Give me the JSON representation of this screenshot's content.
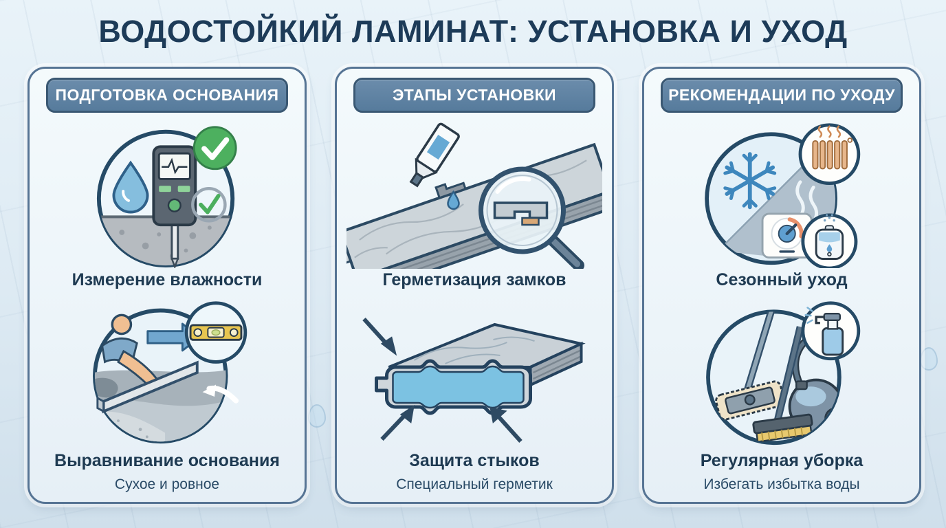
{
  "title": "ВОДОСТОЙКИЙ ЛАМИНАТ: УСТАНОВКА И УХОД",
  "colors": {
    "background": "#ddeaf3",
    "title_text": "#1d3b58",
    "card_border": "#567494",
    "header_bg": "#5d81a0",
    "header_text": "#ffffff",
    "caption_text": "#1e3a52",
    "accent_blue": "#5f9fd0",
    "success_green": "#4db05f",
    "waterproof_core_blue": "#7cc2e2"
  },
  "cards": [
    {
      "header": "ПОДГОТОВКА ОСНОВАНИЯ",
      "sections": [
        {
          "illustration": "moisture-meter",
          "caption": "Измерение влажности"
        },
        {
          "illustration": "floor-leveling",
          "caption": "Выравнивание основания",
          "subcaption": "Сухое и ровное"
        }
      ]
    },
    {
      "header": "ЭТАПЫ УСТАНОВКИ",
      "sections": [
        {
          "illustration": "lock-sealing",
          "caption": "Герметизация замков"
        },
        {
          "illustration": "joint-protection",
          "caption": "Защита стыков",
          "subcaption": "Специальный герметик"
        }
      ]
    },
    {
      "header": "РЕКОМЕНДАЦИИ ПО УХОДУ",
      "sections": [
        {
          "illustration": "seasonal-care",
          "caption": "Сезонный уход"
        },
        {
          "illustration": "regular-cleaning",
          "caption": "Регулярная уборка",
          "subcaption": "Избегать избытка воды"
        }
      ]
    }
  ]
}
